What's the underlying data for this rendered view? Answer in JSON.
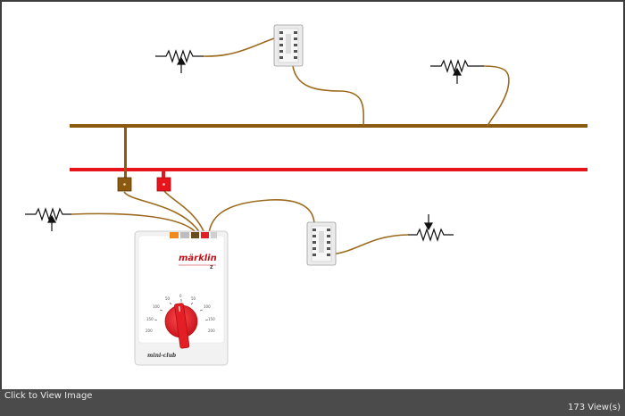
{
  "caption": {
    "link_label": "Click to View Image",
    "views_label": "173 View(s)"
  },
  "controller": {
    "brand": "märklin",
    "model_letter": "Z",
    "model_name": "mini-club",
    "dial_scale": [
      "0",
      "50",
      "100",
      "150",
      "200",
      "50",
      "100",
      "150",
      "200"
    ]
  },
  "colors": {
    "rail_brown": "#8b5a10",
    "rail_red": "#e8141b",
    "wire": "#9c6a1e",
    "controller_body": "#f2f2f2",
    "knob": "#e31e24"
  }
}
